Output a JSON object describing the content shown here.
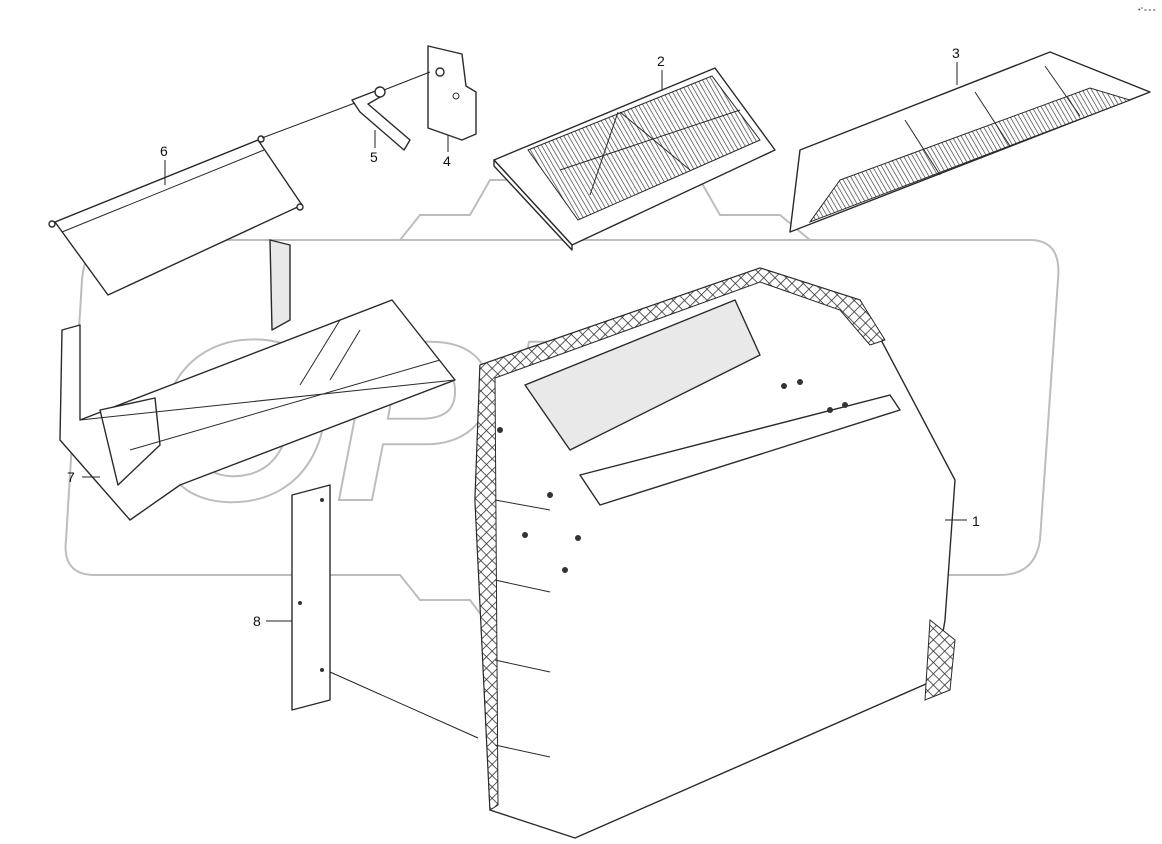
{
  "diagram": {
    "watermark_text": "OPEX",
    "corner_mark": "•°∘∘∘",
    "callouts": [
      {
        "id": "1",
        "label": "1"
      },
      {
        "id": "2",
        "label": "2"
      },
      {
        "id": "3",
        "label": "3"
      },
      {
        "id": "4",
        "label": "4"
      },
      {
        "id": "5",
        "label": "5"
      },
      {
        "id": "6",
        "label": "6"
      },
      {
        "id": "7",
        "label": "7"
      },
      {
        "id": "8",
        "label": "8"
      }
    ]
  }
}
